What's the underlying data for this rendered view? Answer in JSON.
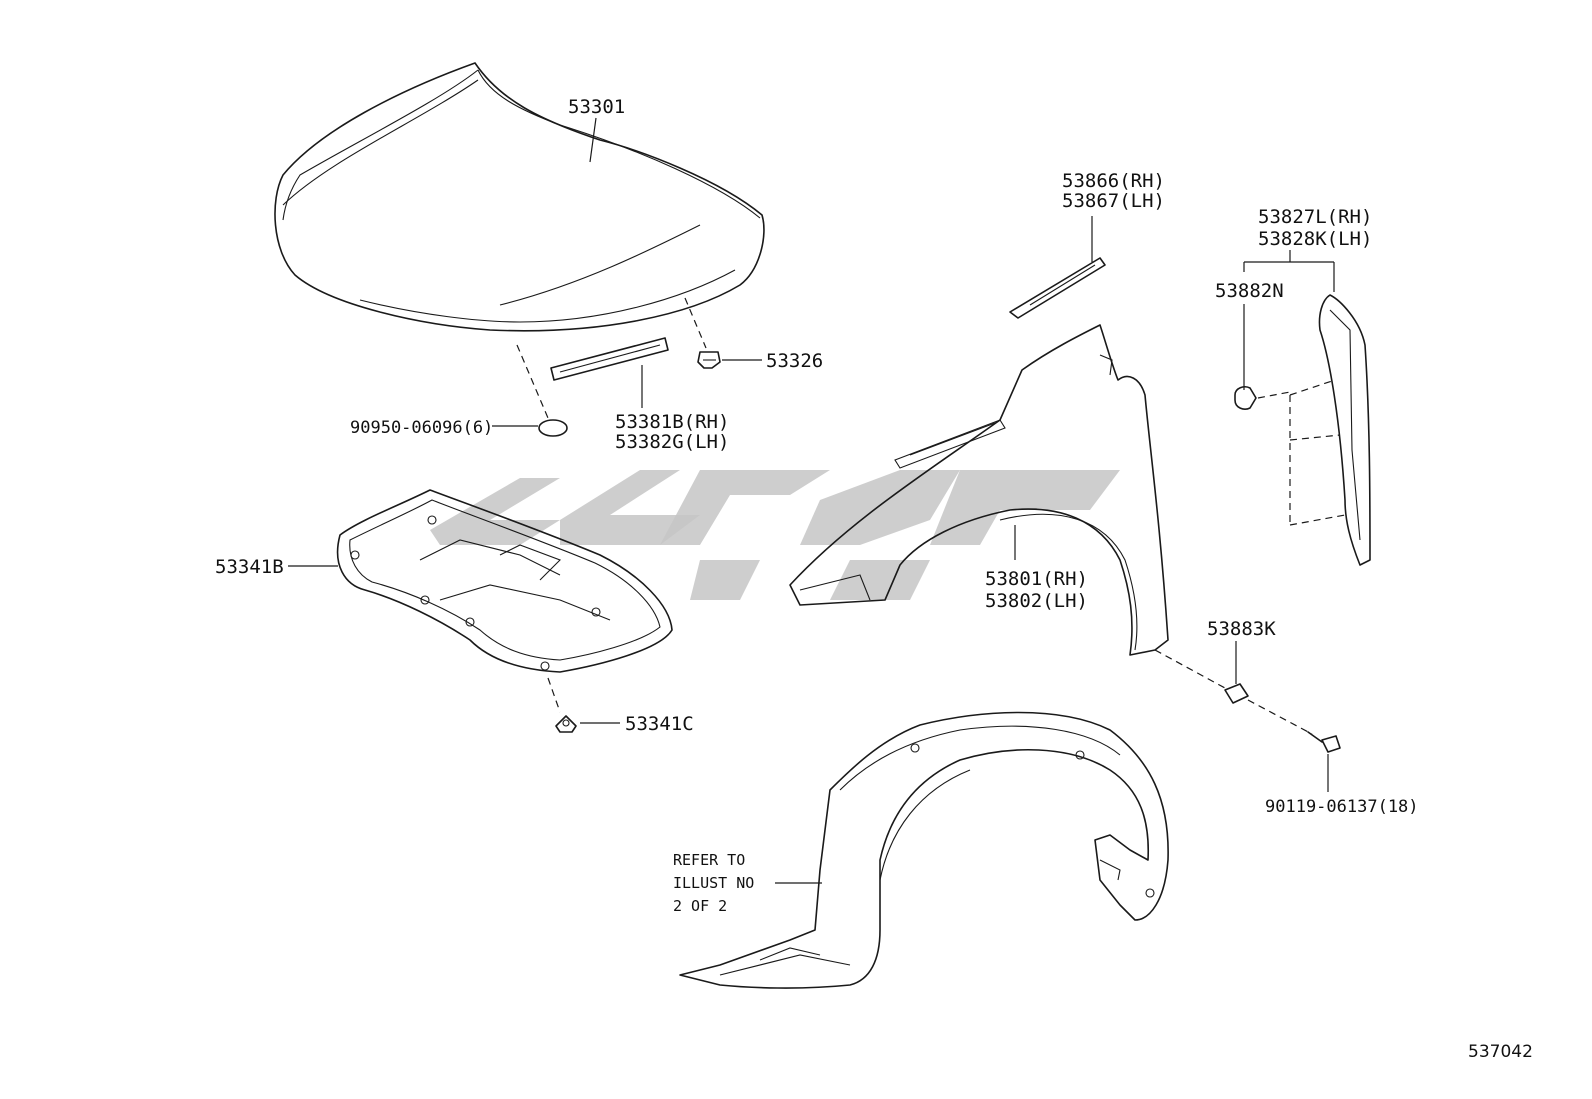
{
  "labels": {
    "hood": "53301",
    "hood_insulator": "53341B",
    "insulator_clip": "53341C",
    "seal_clip": "90950-06096(6)",
    "hood_seal_rh": "53381B(RH)",
    "hood_seal_lh": "53382G(LH)",
    "cushion": "53326",
    "fender_seal_rh": "53866(RH)",
    "fender_seal_lh": "53867(LH)",
    "fender_rh": "53801(RH)",
    "fender_lh": "53802(LH)",
    "bracket_rh": "53827L(RH)",
    "bracket_lh": "53828K(LH)",
    "bracket_clip": "53882N",
    "nut": "53883K",
    "bolt": "90119-06137(18)"
  },
  "note": {
    "line1": "REFER TO",
    "line2": "ILLUST NO",
    "line3": "2 OF 2"
  },
  "illustration_number": "537042"
}
